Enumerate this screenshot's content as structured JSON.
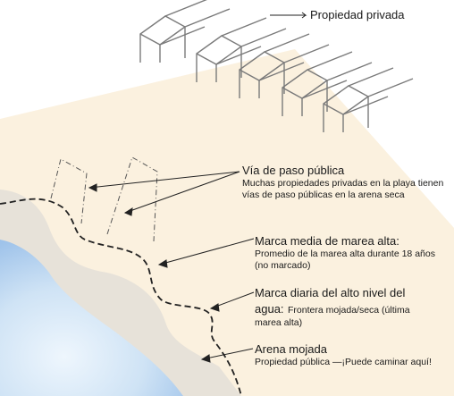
{
  "labels": {
    "private_property": "Propiedad privada",
    "public_access": {
      "title": "Vía de paso pública",
      "description": "Muchas propiedades privadas en la playa tienen vías de paso públicas en la arena seca"
    },
    "mean_high_tide": {
      "title": "Marca media de marea alta:",
      "description": "Promedio de la marea alta durante 18 años (no marcado)"
    },
    "daily_high_water": {
      "title_part1": "Marca diaria del alto nivel del",
      "title_part2": "agua:",
      "description_inline": "Frontera mojada/seca (última",
      "description_rest": "marea alta)"
    },
    "wet_sand": {
      "title": "Arena mojada",
      "description": "Propiedad pública —¡Puede caminar aquí!"
    }
  },
  "colors": {
    "dry_sand": "#fbf1df",
    "wet_sand": "#e7e2d9",
    "water": "#cfe3f5",
    "water_deep": "#9fc3ea",
    "house_stroke": "#7a7a7a",
    "line": "#222222"
  },
  "icons": [
    "house-icon"
  ]
}
